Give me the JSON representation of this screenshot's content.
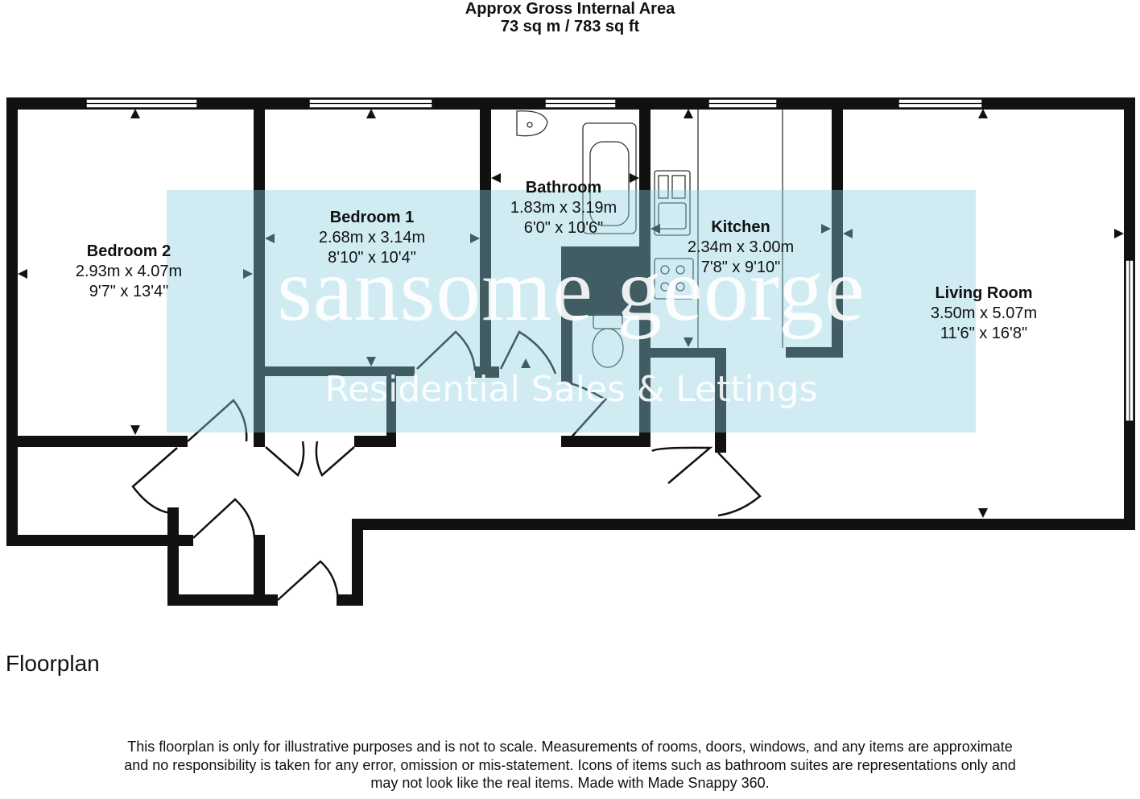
{
  "header": {
    "line1": "Approx Gross Internal Area",
    "line2": "73 sq m / 783 sq ft"
  },
  "rooms": {
    "bedroom2": {
      "name": "Bedroom 2",
      "metric": "2.93m x 4.07m",
      "imperial": "9'7\" x 13'4\""
    },
    "bedroom1": {
      "name": "Bedroom 1",
      "metric": "2.68m x 3.14m",
      "imperial": "8'10\" x 10'4\""
    },
    "bathroom": {
      "name": "Bathroom",
      "metric": "1.83m x 3.19m",
      "imperial": "6'0\" x 10'6\""
    },
    "kitchen": {
      "name": "Kitchen",
      "metric": "2.34m x 3.00m",
      "imperial": "7'8\" x 9'10\""
    },
    "living": {
      "name": "Living Room",
      "metric": "3.50m x 5.07m",
      "imperial": "11'6\" x 16'8\""
    }
  },
  "watermark": {
    "brand": "sansome george",
    "tagline": "Residential Sales & Lettings",
    "box_color": "#89cdde"
  },
  "floor_title": "Floorplan",
  "disclaimer": {
    "line1": "This floorplan is only for illustrative purposes and is not to scale. Measurements of rooms, doors, windows, and any items are approximate",
    "line2": "and no responsibility is taken for any error, omission or mis-statement. Icons of items such as bathroom suites are representations only and",
    "line3": "may not look like the real items. Made with Made Snappy 360."
  },
  "colors": {
    "wall": "#111111",
    "background": "#ffffff"
  }
}
